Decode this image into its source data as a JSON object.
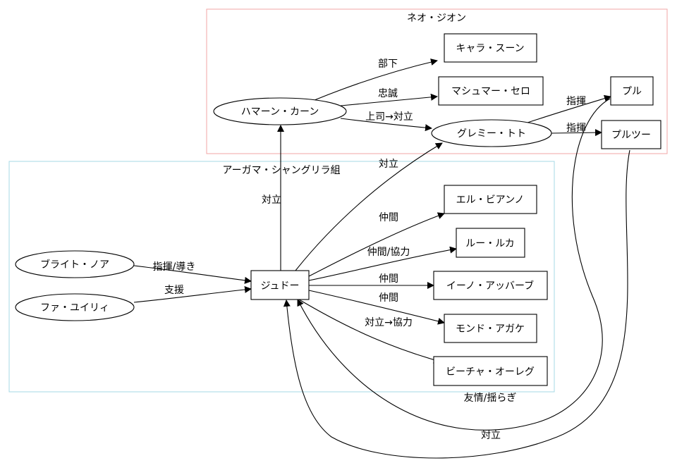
{
  "clusters": {
    "neo_zeon": {
      "label": "ネオ・ジオン",
      "color": "#f2a6a6"
    },
    "argama": {
      "label": "アーガマ・シャングリラ組",
      "color": "#a6d8e6"
    }
  },
  "nodes": {
    "judau": "ジュドー",
    "bright": "ブライト・ノア",
    "fa": "ファ・ユイリィ",
    "elle": "エル・ビアンノ",
    "roux": "ルー・ルカ",
    "iino": "イーノ・アッバーブ",
    "mondo": "モンド・アガケ",
    "beecha": "ビーチャ・オーレグ",
    "haman": "ハマーン・カーン",
    "char": "キャラ・スーン",
    "mashymre": "マシュマー・セロ",
    "glemy": "グレミー・トト",
    "puru": "プル",
    "puru2": "プルツー"
  },
  "edges": {
    "haman_char": "部下",
    "haman_mashymre": "忠誠",
    "haman_glemy": "上司→対立",
    "glemy_puru": "指揮",
    "glemy_puru2": "指揮",
    "judau_haman": "対立",
    "judau_glemy": "対立",
    "bright_judau": "指揮/導き",
    "fa_judau": "支援",
    "judau_elle": "仲間",
    "judau_roux": "仲間/協力",
    "judau_iino": "仲間",
    "judau_mondo": "仲間",
    "judau_beecha": "対立→協力",
    "puru_judau": "友情/揺らぎ",
    "puru2_judau": "対立"
  }
}
